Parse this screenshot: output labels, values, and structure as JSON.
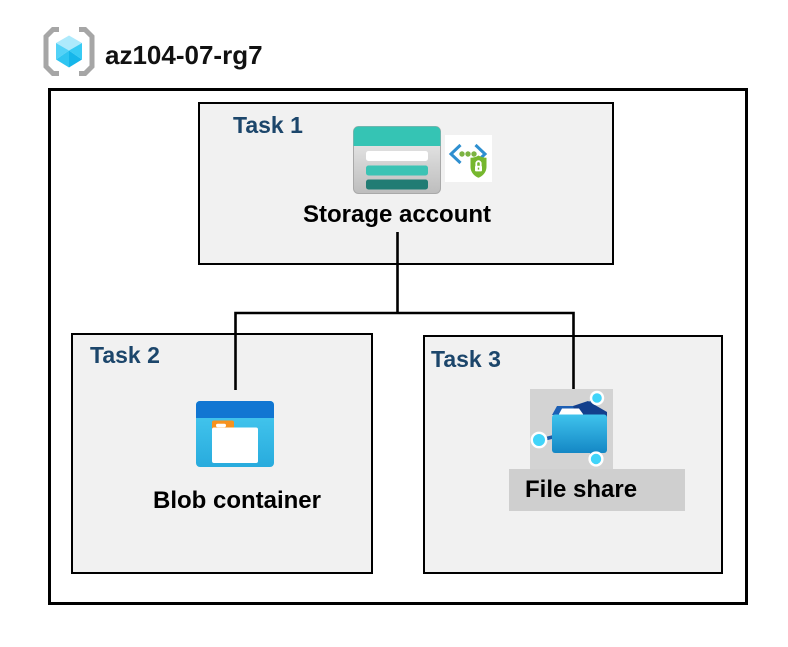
{
  "header": {
    "resource_group_name": "az104-07-rg7",
    "resource_group_icon": "resource-group-cube-in-brackets"
  },
  "diagram": {
    "boundary": "resource-group-boundary",
    "tasks": [
      {
        "label": "Task 1",
        "item": "Storage account",
        "icons": [
          "storage-account-icon",
          "shared-access-signature-lock-icon"
        ]
      },
      {
        "label": "Task 2",
        "item": "Blob container",
        "icons": [
          "blob-container-icon"
        ]
      },
      {
        "label": "Task 3",
        "item": "File share",
        "icons": [
          "file-share-icon"
        ],
        "selected_highlight": true
      }
    ],
    "connections": [
      {
        "from": "Storage account",
        "to": "Blob container"
      },
      {
        "from": "Storage account",
        "to": "File share"
      }
    ]
  },
  "colors": {
    "task_label_navy": "#1c466b",
    "box_fill_gray": "#f1f1f1",
    "selection_gray": "#d3d3d3",
    "storage_teal": "#35c4b4",
    "storage_dark_teal": "#217c74",
    "blob_header_blue": "#1176d2",
    "blob_body_cyan": "#3fc6ee",
    "blob_tab_orange": "#f6921e",
    "fileshare_folder_blue": "#28a9dd",
    "fileshare_navy": "#133f8c",
    "fileshare_node_cyan": "#41d4f9",
    "sas_chevron_blue": "#2e8fd0",
    "sas_green": "#76b72e",
    "rg_cube_cyan": "#3fcbf4",
    "rg_bracket_gray": "#a6a6a6",
    "connector_black": "#000000"
  }
}
